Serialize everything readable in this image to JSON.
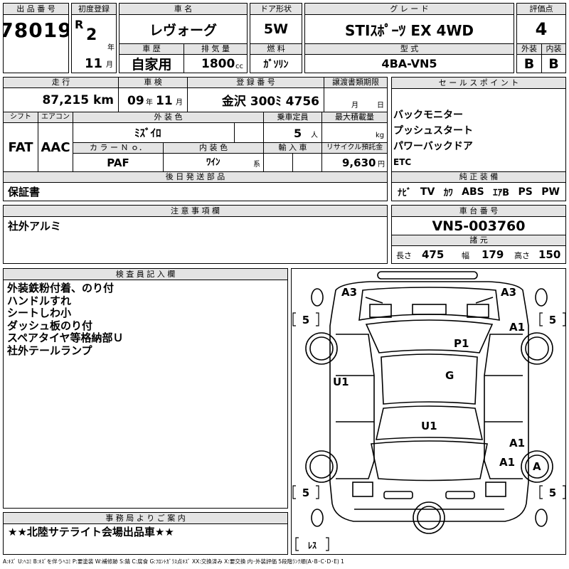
{
  "header": {
    "lot_label": "出 品 番 号",
    "lot_number": "78019",
    "first_reg_label": "初度登録",
    "era": "R",
    "year": "2",
    "year_unit": "年",
    "month": "11",
    "month_unit": "月",
    "name_label": "車 名",
    "car_name": "レヴォーグ",
    "door_label": "ドア形状",
    "door": "5W",
    "grade_label": "グ レ ー ド",
    "grade": "STIｽﾎﾟｰﾂ EX 4WD",
    "score_label": "評価点",
    "score": "4",
    "history_label": "車 歴",
    "history": "自家用",
    "displacement_label": "排 気 量",
    "displacement": "1800",
    "displacement_unit": "cc",
    "fuel_label": "燃 料",
    "fuel": "ｶﾞｿﾘﾝ",
    "model_label": "型 式",
    "model": "4BA-VN5",
    "exterior_label": "外装",
    "exterior_grade": "B",
    "interior_label": "内装",
    "interior_grade": "B"
  },
  "row2": {
    "mileage_label": "走 行",
    "mileage": "87,215 km",
    "inspection_label": "車 検",
    "inspection_year": "09",
    "inspection_year_unit": "年",
    "inspection_month": "11",
    "inspection_month_unit": "月",
    "plate_label": "登 録 番 号",
    "plate": "金沢 300ﾐ 4756",
    "transfer_label": "譲渡書類期限",
    "transfer_month_unit": "月",
    "transfer_day_unit": "日",
    "shift_label": "シフト",
    "shift": "FAT",
    "ac_label": "エアコン",
    "ac": "AAC",
    "color_label": "外 装 色",
    "color": "ﾐｽﾞｲﾛ",
    "capacity_label": "乗車定員",
    "capacity": "5",
    "capacity_unit": "人",
    "load_label": "最大積載量",
    "load_unit": "kg",
    "color_no_label": "カ ラ ー Ｎ ｏ．",
    "color_no": "PAF",
    "interior_color_label": "内 装 色",
    "interior_color": "ﾜｲﾝ",
    "interior_color_unit": "系",
    "import_label": "輸 入 車",
    "recycle_label": "リサイクル預託金",
    "recycle": "9,630",
    "recycle_unit": "円",
    "later_parts_label": "後 日 発 送 部 品",
    "later_parts": "保証書",
    "caution_label": "注 意 事 項 欄",
    "caution": "社外アルミ"
  },
  "sales": {
    "label": "セ ー ル ス ポ イ ン ト",
    "points": [
      "バックモニター",
      "プッシュスタート",
      "パワーバックドア",
      "ETC"
    ],
    "equipment_label": "純 正 装 備",
    "equipment": [
      "ﾅﾋﾞ",
      "TV",
      "ｶﾜ",
      "ABS",
      "ｴｱB",
      "PS",
      "PW"
    ],
    "chassis_label": "車 台 番 号",
    "chassis": "VN5-003760",
    "specs_label": "諸 元",
    "length_label": "長さ",
    "length": "475",
    "width_label": "幅",
    "width": "179",
    "height_label": "高さ",
    "height": "150"
  },
  "inspector": {
    "label": "検 査 員 記 入 欄",
    "notes": [
      "外装鉄粉付着、のり付",
      "ハンドルすれ",
      "シートしわ小",
      "ダッシュ板のり付",
      "スペアタイヤ等格納部Ｕ",
      "社外テールランプ"
    ]
  },
  "office": {
    "label": "事 務 局 よ り ご 案 内",
    "message": "★★北陸サテライト会場出品車★★"
  },
  "diagram": {
    "marks": {
      "a3_left": "A3",
      "a3_right": "A3",
      "a1_front_right": "A1",
      "p1": "P1",
      "g": "G",
      "u1_left": "U1",
      "u1_center": "U1",
      "a1_rear_right_1": "A1",
      "a1_rear_right_2": "A1",
      "a_wheel": "A"
    },
    "tire_fl": "5",
    "tire_fr": "5",
    "tire_rl": "5",
    "tire_rr": "5",
    "spare": "ﾚｽ"
  },
  "legend": "A:ｷｽﾞ U:ﾍｺﾐ B:ｷｽﾞを伴うﾍｺﾐ P:要塗装 W:補修跡 S:錆 C:腐食 G:ﾌﾛﾝﾄｶﾞﾗｽ点ｷｽﾞ XX:交換済み X:要交換 内･外装評価 5段階ﾗﾝｸ順(A･B･C･D･E) 1"
}
